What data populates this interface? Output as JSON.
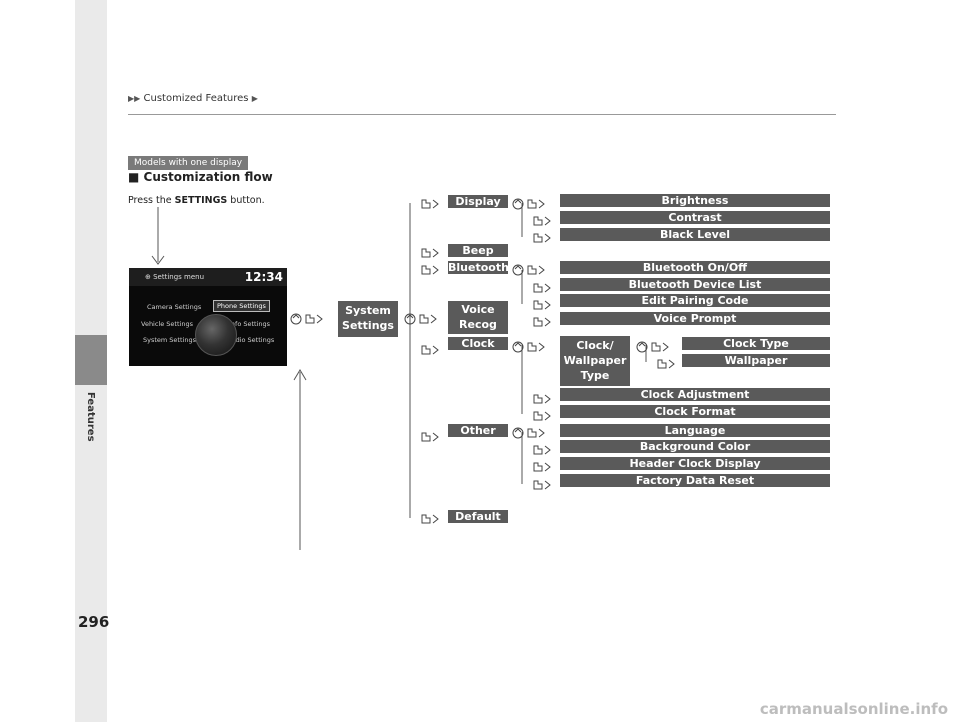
{
  "header": {
    "breadcrumb": "Customized Features"
  },
  "sidebar": {
    "label": "Features"
  },
  "page_number": "296",
  "badge": "Models with one display",
  "section_title": "Customization flow",
  "instruction": {
    "prefix": "Press the ",
    "button": "SETTINGS",
    "suffix": " button."
  },
  "screen": {
    "menu_title": "Settings menu",
    "time": "12:34",
    "items": [
      "Camera Settings",
      "Phone Settings",
      "Vehicle Settings",
      "Info Settings",
      "System Settings",
      "Audio Settings"
    ]
  },
  "root_node": "System Settings",
  "level1": [
    "Display",
    "Beep",
    "Bluetooth",
    "Voice Recog",
    "Clock",
    "Other",
    "Default"
  ],
  "display_items": [
    "Brightness",
    "Contrast",
    "Black Level"
  ],
  "bluetooth_items": [
    "Bluetooth On/Off",
    "Bluetooth Device List",
    "Edit Pairing Code"
  ],
  "voice_items": [
    "Voice Prompt"
  ],
  "clock_sub": "Clock/ Wallpaper Type",
  "clock_sub_items": [
    "Clock Type",
    "Wallpaper"
  ],
  "clock_items": [
    "Clock Adjustment",
    "Clock Format"
  ],
  "other_items": [
    "Language",
    "Background Color",
    "Header Clock Display",
    "Factory Data Reset"
  ],
  "watermark": "carmanualsonline.info"
}
